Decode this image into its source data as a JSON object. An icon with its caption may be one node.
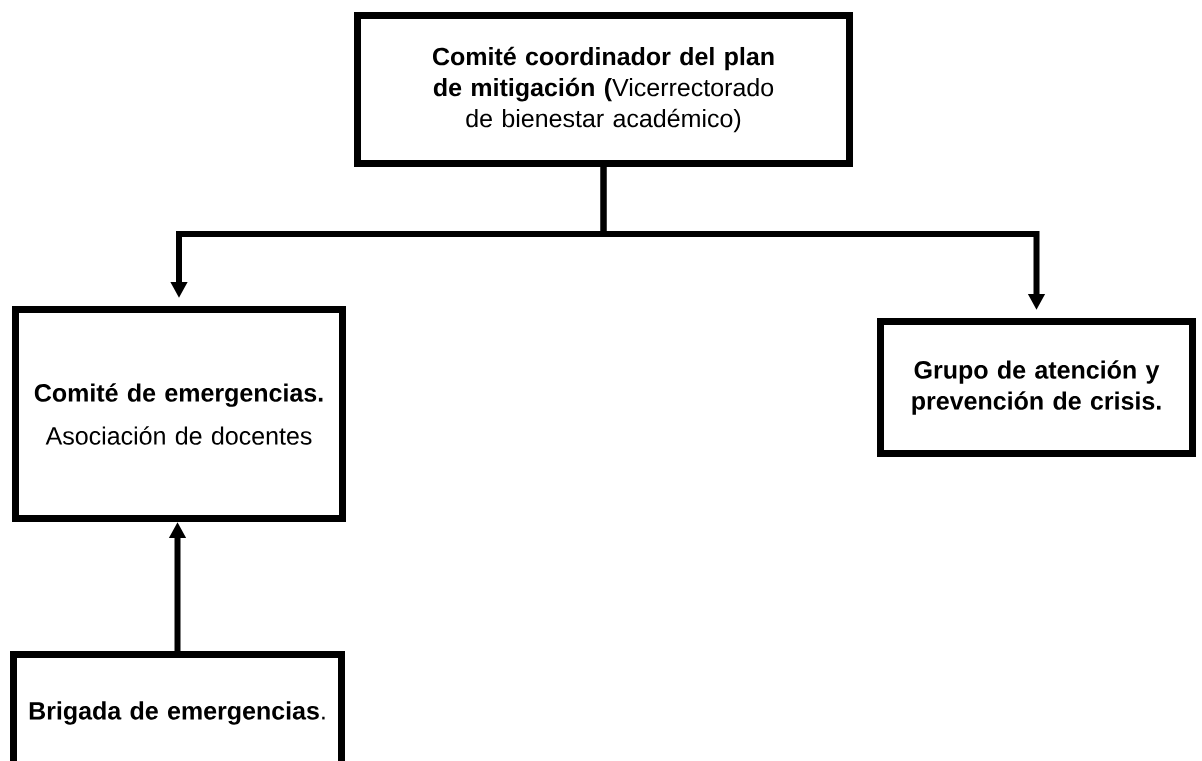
{
  "diagram": {
    "nodes": [
      {
        "text": [
          "**Comité coordinador del plan de mitigación (**Vicerrectorado de bienestar académico)"
        ]
      },
      {
        "text": [
          "Comité de emergencias.",
          "Asociación de docentes"
        ]
      },
      {
        "text": [
          "Grupo de atención y prevención de crisis."
        ]
      },
      {
        "text": [
          "**Brigada de emergencias**."
        ]
      }
    ],
    "edges": [
      {
        "from": 0,
        "to": 1,
        "arrow": "to"
      },
      {
        "from": 0,
        "to": 2,
        "arrow": "to"
      },
      {
        "from": 3,
        "to": 1,
        "arrow": "to"
      }
    ]
  }
}
